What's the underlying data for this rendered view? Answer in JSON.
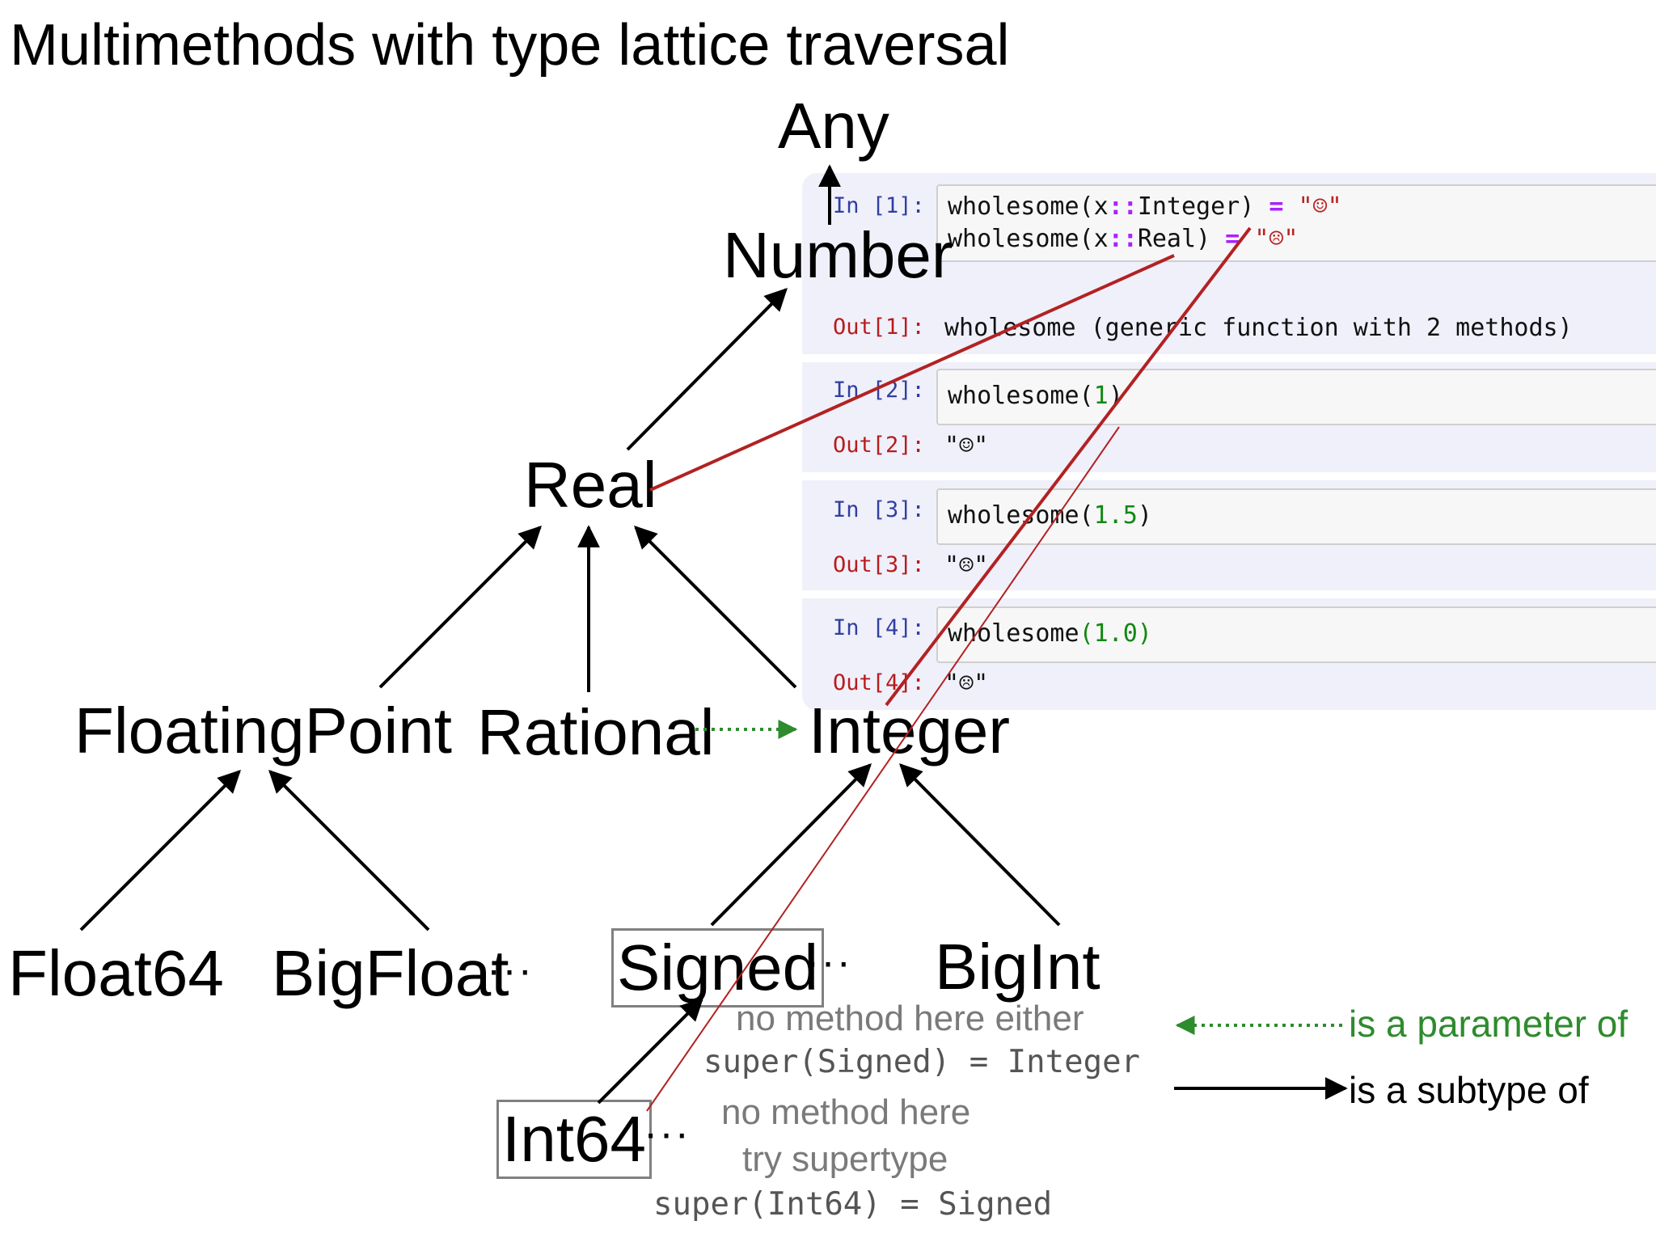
{
  "title": "Multimethods with type lattice traversal",
  "nodes": {
    "any": "Any",
    "number": "Number",
    "real": "Real",
    "floatingpoint": "FloatingPoint",
    "rational": "Rational",
    "integer": "Integer",
    "float64": "Float64",
    "bigfloat": "BigFloat",
    "signed": "Signed",
    "bigint": "BigInt",
    "int64": "Int64",
    "ellipsis": "···"
  },
  "notes": {
    "signed_line1": "no method here either",
    "signed_line2": "super(Signed) = Integer",
    "int64_line1": "no method here",
    "int64_line2": "try supertype",
    "int64_line3": "super(Int64) = Signed"
  },
  "legend": {
    "parameter": "is a parameter of",
    "subtype": "is a subtype of",
    "parameter_color": "#2e8b2e",
    "subtype_color": "#000000"
  },
  "notebook": {
    "cells": [
      {
        "in_prompt": "In [1]:",
        "input_lines": [
          {
            "fn": "wholesome(x",
            "op": "::",
            "type": "Integer)",
            "eq": " = ",
            "str": "\"☺\""
          },
          {
            "fn": "wholesome(x",
            "op": "::",
            "type": "Real)",
            "eq": " = ",
            "str": "\"☹\""
          }
        ],
        "out_prompt": "Out[1]:",
        "output": "wholesome (generic function with 2 methods)"
      },
      {
        "in_prompt": "In [2]:",
        "input_fn": "wholesome(",
        "input_arg": "1",
        "input_close": ")",
        "out_prompt": "Out[2]:",
        "output": "\"☺\""
      },
      {
        "in_prompt": "In [3]:",
        "input_fn": "wholesome(",
        "input_arg": "1.5",
        "input_close": ")",
        "out_prompt": "Out[3]:",
        "output": "\"☹\""
      },
      {
        "in_prompt": "In [4]:",
        "input_fn": "wholesome",
        "input_arg": "(1.0)",
        "input_close": "",
        "out_prompt": "Out[4]:",
        "output": "\"☹\""
      }
    ]
  },
  "colors": {
    "trace_line": "#b22222",
    "arrow": "#000000",
    "notebook_bg": "#f0f0fb"
  }
}
